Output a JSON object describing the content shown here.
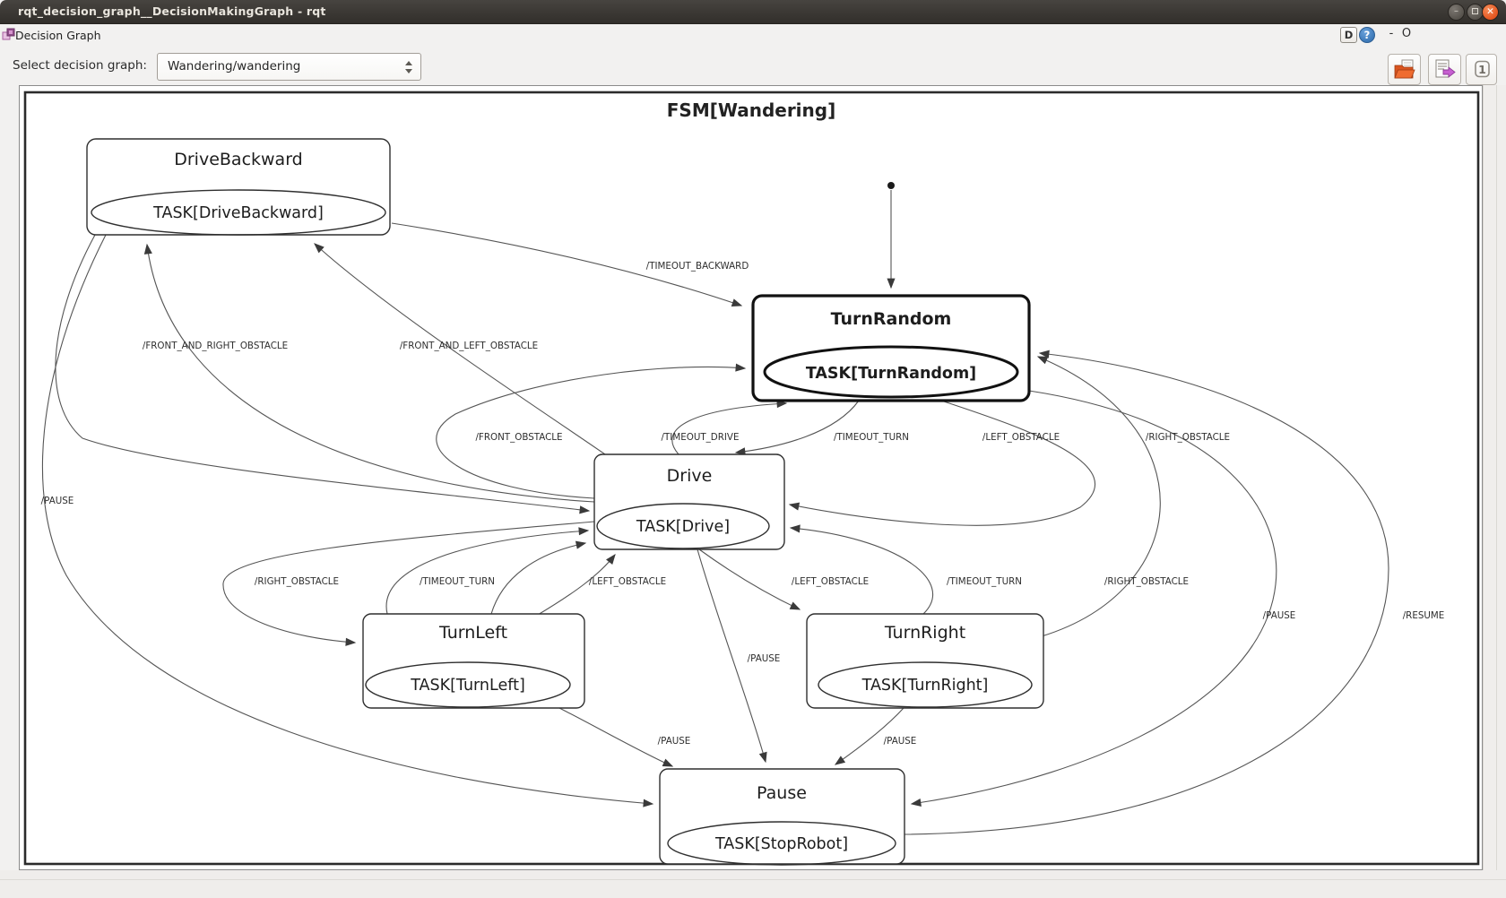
{
  "window": {
    "title": "rqt_decision_graph__DecisionMakingGraph - rqt",
    "controls": {
      "minimize": "–",
      "maximize": "",
      "close": "✕"
    }
  },
  "panel": {
    "title": "Decision Graph",
    "buttons": {
      "d": "D",
      "help": "?",
      "minimize": "-",
      "detach": "O"
    }
  },
  "toolbar": {
    "label": "Select decision graph:",
    "combo_value": "Wandering/wandering",
    "zoom_one_label": "1"
  },
  "graph": {
    "title": "FSM[Wandering]",
    "nodes": [
      {
        "label": "DriveBackward",
        "task": "TASK[DriveBackward]"
      },
      {
        "label": "TurnRandom",
        "task": "TASK[TurnRandom]"
      },
      {
        "label": "Drive",
        "task": "TASK[Drive]"
      },
      {
        "label": "TurnLeft",
        "task": "TASK[TurnLeft]"
      },
      {
        "label": "TurnRight",
        "task": "TASK[TurnRight]"
      },
      {
        "label": "Pause",
        "task": "TASK[StopRobot]"
      }
    ],
    "edge_labels": [
      "/TIMEOUT_BACKWARD",
      "/FRONT_AND_RIGHT_OBSTACLE",
      "/FRONT_AND_LEFT_OBSTACLE",
      "/FRONT_OBSTACLE",
      "/TIMEOUT_DRIVE",
      "/TIMEOUT_TURN",
      "/LEFT_OBSTACLE",
      "/RIGHT_OBSTACLE",
      "/PAUSE",
      "/RIGHT_OBSTACLE",
      "/TIMEOUT_TURN",
      "/LEFT_OBSTACLE",
      "/LEFT_OBSTACLE",
      "/TIMEOUT_TURN",
      "/RIGHT_OBSTACLE",
      "/PAUSE",
      "/RESUME",
      "/PAUSE",
      "/PAUSE",
      "/PAUSE"
    ],
    "colors": {
      "accent_orange": "#e4552f",
      "accent_magenta": "#c75fd1",
      "line": "#555555"
    }
  }
}
